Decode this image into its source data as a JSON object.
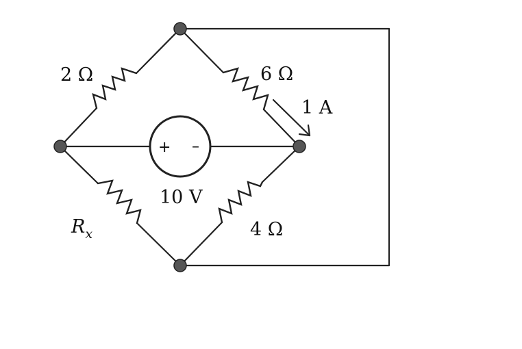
{
  "labels": {
    "r_top_left": "2 Ω",
    "r_top_right": "6 Ω",
    "r_bottom_right": "4 Ω",
    "r_bottom_left_main": "R",
    "r_bottom_left_sub": "x",
    "source_voltage": "10 V",
    "source_plus": "+",
    "source_minus": "–",
    "current": "1 A"
  }
}
